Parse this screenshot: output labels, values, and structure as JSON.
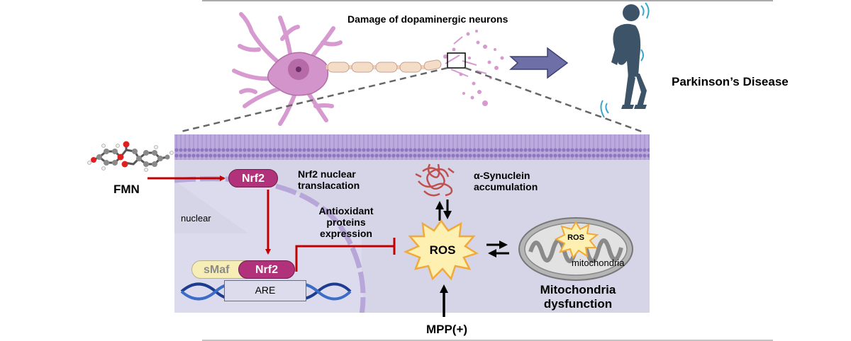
{
  "title": "Damage of dopaminergic neurons",
  "disease": "Parkinson’s Disease",
  "compound": "FMN",
  "nrf2_top": "Nrf2",
  "nrf2_bottom": "Nrf2",
  "smaf": "sMaf",
  "are": "ARE",
  "translocation": "Nrf2 nuclear translacation",
  "nuclear": "nuclear",
  "antioxidant": "Antioxidant proteins expression",
  "synuclein": "α-Synuclein accumulation",
  "ros_main": "ROS",
  "ros_mito": "ROS",
  "mitochondria": "mitochondria",
  "mito_dysfunction": "Mitochondria dysfunction",
  "toxin": "MPP(+)",
  "colors": {
    "cell_bg": "#d6d5e8",
    "membrane": "#b6a6d4",
    "nrf2": "#b1327a",
    "smaf": "#f6edb7",
    "inhibition_red": "#c00000",
    "ros_burst": "#fdf0b0",
    "neuron": "#d79ad0",
    "person": "#3d5468"
  }
}
